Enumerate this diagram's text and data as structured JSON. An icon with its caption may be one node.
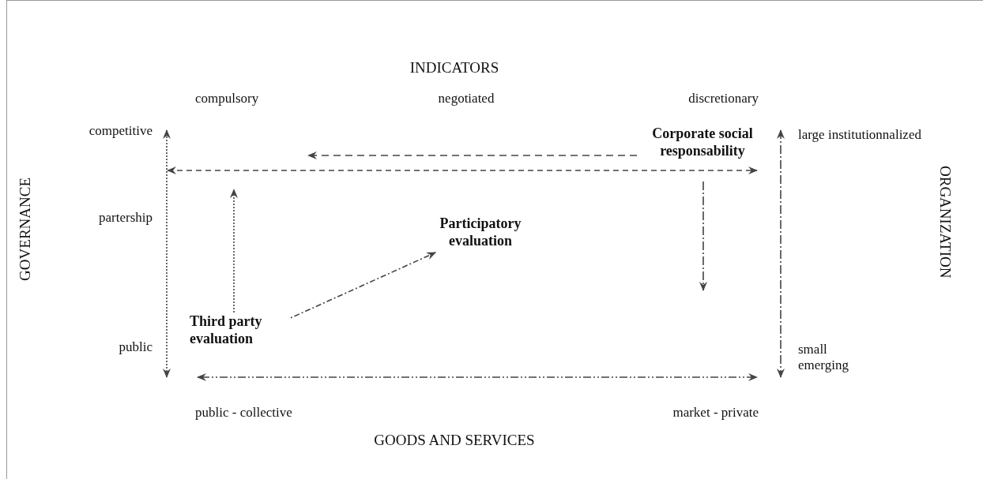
{
  "diagram": {
    "nodes": [
      {
        "text": [
          "Third party evaluation"
        ]
      },
      {
        "text": [
          "Participatory evaluation"
        ]
      },
      {
        "text": [
          "Corporate social responsability"
        ]
      }
    ],
    "edges": [
      {
        "from": 0,
        "to": null,
        "arrow": "to",
        "style": "dashed"
      },
      {
        "from": 0,
        "to": 1,
        "arrow": "to",
        "style": "dashed"
      },
      {
        "from": 2,
        "to": null,
        "arrow": "to",
        "style": "dashed"
      },
      {
        "from": 2,
        "to": null,
        "arrow": "to",
        "style": "dashed"
      }
    ],
    "labels": [
      "INDICATORS",
      "compulsory",
      "negotiated",
      "discretionary",
      "competitive",
      "large institutionnalized",
      "GOVERNANCE",
      "ORGANIZATION",
      "partership",
      "public",
      "small emerging",
      "public - collective",
      "market - private",
      "GOODS AND SERVICES"
    ]
  }
}
